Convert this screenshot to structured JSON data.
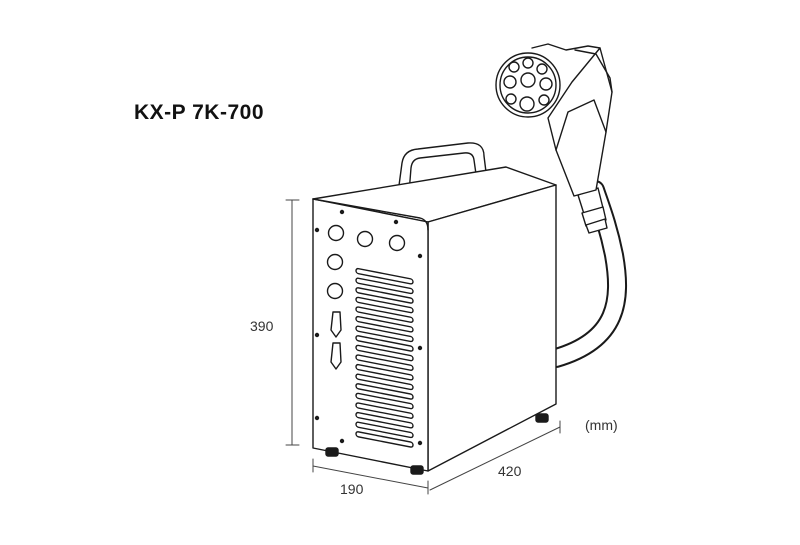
{
  "model_label": "KX-P 7K-700",
  "dimensions": {
    "height": "390",
    "width": "190",
    "depth": "420",
    "unit": "(mm)"
  },
  "colors": {
    "line": "#1a1a1a",
    "background": "#ffffff"
  }
}
